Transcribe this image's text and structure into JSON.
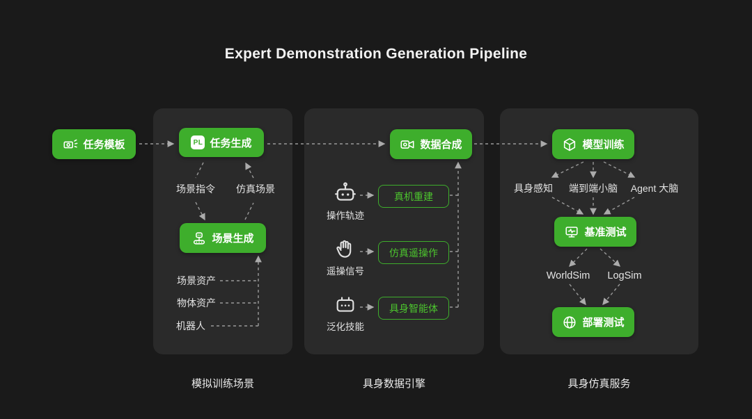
{
  "title": "Expert Demonstration Generation Pipeline",
  "colors": {
    "accent_green": "#3eae2c",
    "accent_green_bright": "#4cc42e",
    "background": "#1a1a1a",
    "panel": "#2a2a2a"
  },
  "start_node": {
    "label": "任务模板",
    "icon": "banknote-icon"
  },
  "panel1": {
    "caption": "模拟训练场景",
    "task_generation": {
      "label": "任务生成",
      "badge": "PL"
    },
    "scene_instruction": "场景指令",
    "simulation_scene": "仿真场景",
    "scene_generation": {
      "label": "场景生成",
      "icon": "robot-conveyor-icon"
    },
    "assets": [
      "场景资产",
      "物体资产",
      "机器人"
    ]
  },
  "panel2": {
    "caption": "具身数据引擎",
    "data_synthesis": {
      "label": "数据合成",
      "icon": "video-camera-icon"
    },
    "rows": [
      {
        "source": "操作轨迹",
        "icon": "robot-face-icon",
        "target": "真机重建"
      },
      {
        "source": "遥操信号",
        "icon": "glove-icon",
        "target": "仿真遥操作"
      },
      {
        "source": "泛化技能",
        "icon": "device-grid-icon",
        "target": "具身智能体"
      }
    ]
  },
  "panel3": {
    "caption": "具身仿真服务",
    "model_training": {
      "label": "模型训练",
      "icon": "cube-icon"
    },
    "brains": [
      "具身感知",
      "端到端小脑",
      "Agent 大脑"
    ],
    "benchmark": {
      "label": "基准测试",
      "icon": "monitor-icon"
    },
    "sims": [
      "WorldSim",
      "LogSim"
    ],
    "deployment": {
      "label": "部署测试",
      "icon": "globe-icon"
    }
  }
}
